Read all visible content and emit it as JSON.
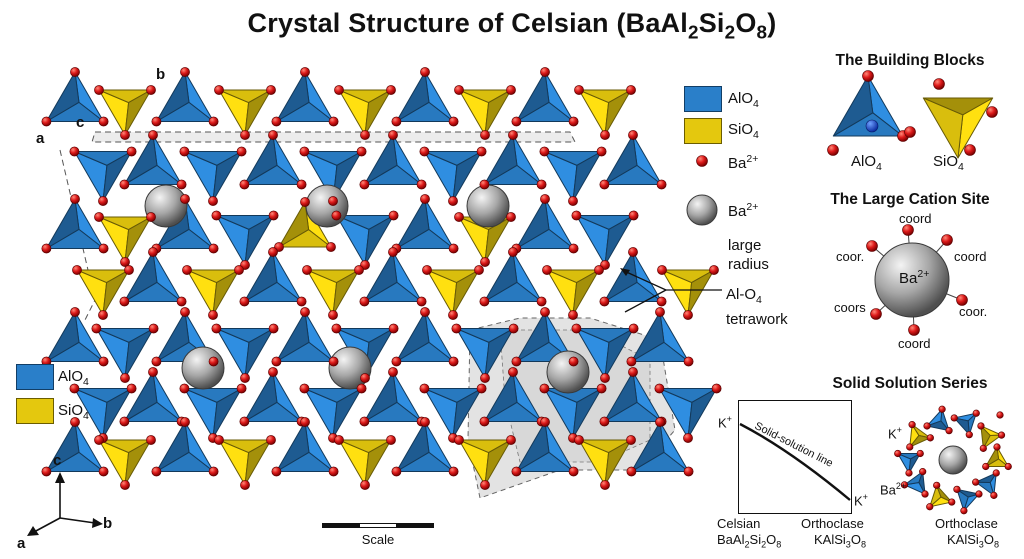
{
  "title": {
    "text": "Crystal Structure of Celsian (BaAl",
    "sub1": "2",
    "mid": "Si",
    "sub2": "2",
    "o": "O",
    "sub3": "8",
    "end": ")"
  },
  "axes_top": {
    "a": "a",
    "b": "b",
    "c": "c"
  },
  "legend_right": {
    "alo4": {
      "main": "AlO",
      "sub": "4"
    },
    "sio4": {
      "main": "SiO",
      "sub": "4"
    },
    "ba_small": {
      "main": "Ba",
      "sup": "2+"
    },
    "ba_large": {
      "main": "Ba",
      "sup": "2+"
    },
    "large_radius": "large\nradius",
    "tetrawork": {
      "line1_main": "Al-O",
      "line1_sub": "4",
      "line2": "tetrawork"
    }
  },
  "legend_left": {
    "alo4": {
      "main": "AlO",
      "sub": "4"
    },
    "sio4": {
      "main": "SiO",
      "sub": "4"
    }
  },
  "axes_bottom": {
    "a": "a",
    "b": "b",
    "c": "c"
  },
  "scale_label": "Scale",
  "building_blocks": {
    "title": "The Building Blocks",
    "alo4": {
      "main": "AlO",
      "sub": "4"
    },
    "sio4": {
      "main": "SiO",
      "sub": "4"
    }
  },
  "cation_site": {
    "title": "The Large Cation Site",
    "center": {
      "main": "Ba",
      "sup": "2+"
    },
    "labels": [
      "coord",
      "coord",
      "coor.",
      "coors",
      "coor.",
      "coord"
    ]
  },
  "solid_solution": {
    "title": "Solid Solution Series",
    "plot_y_top": "K",
    "plot_y_top_sup": "+",
    "plot_end": "K",
    "plot_end_sup": "+",
    "curve_label": "Solid-solution line",
    "left_name": "Celsian",
    "left_formula": {
      "a": "BaAl",
      "s1": "2",
      "b": "Si",
      "s2": "2",
      "c": "O",
      "s3": "8"
    },
    "right_name": "Orthoclase",
    "right_formula": {
      "a": "KAlSi",
      "s1": "3",
      "b": "O",
      "s2": "8"
    },
    "inset_k": "K",
    "inset_k_sup": "+",
    "inset_ba": "Ba",
    "inset_ba_sup": "2+",
    "inset_name": "Orthoclase",
    "inset_formula": {
      "a": "KAlSi",
      "s1": "3",
      "b": "O",
      "s2": "8"
    }
  },
  "colors": {
    "alo4": "#2a7fc9",
    "sio4": "#e4c80e",
    "oxygen": "#d0181a",
    "barium": "#a9a9a9"
  }
}
